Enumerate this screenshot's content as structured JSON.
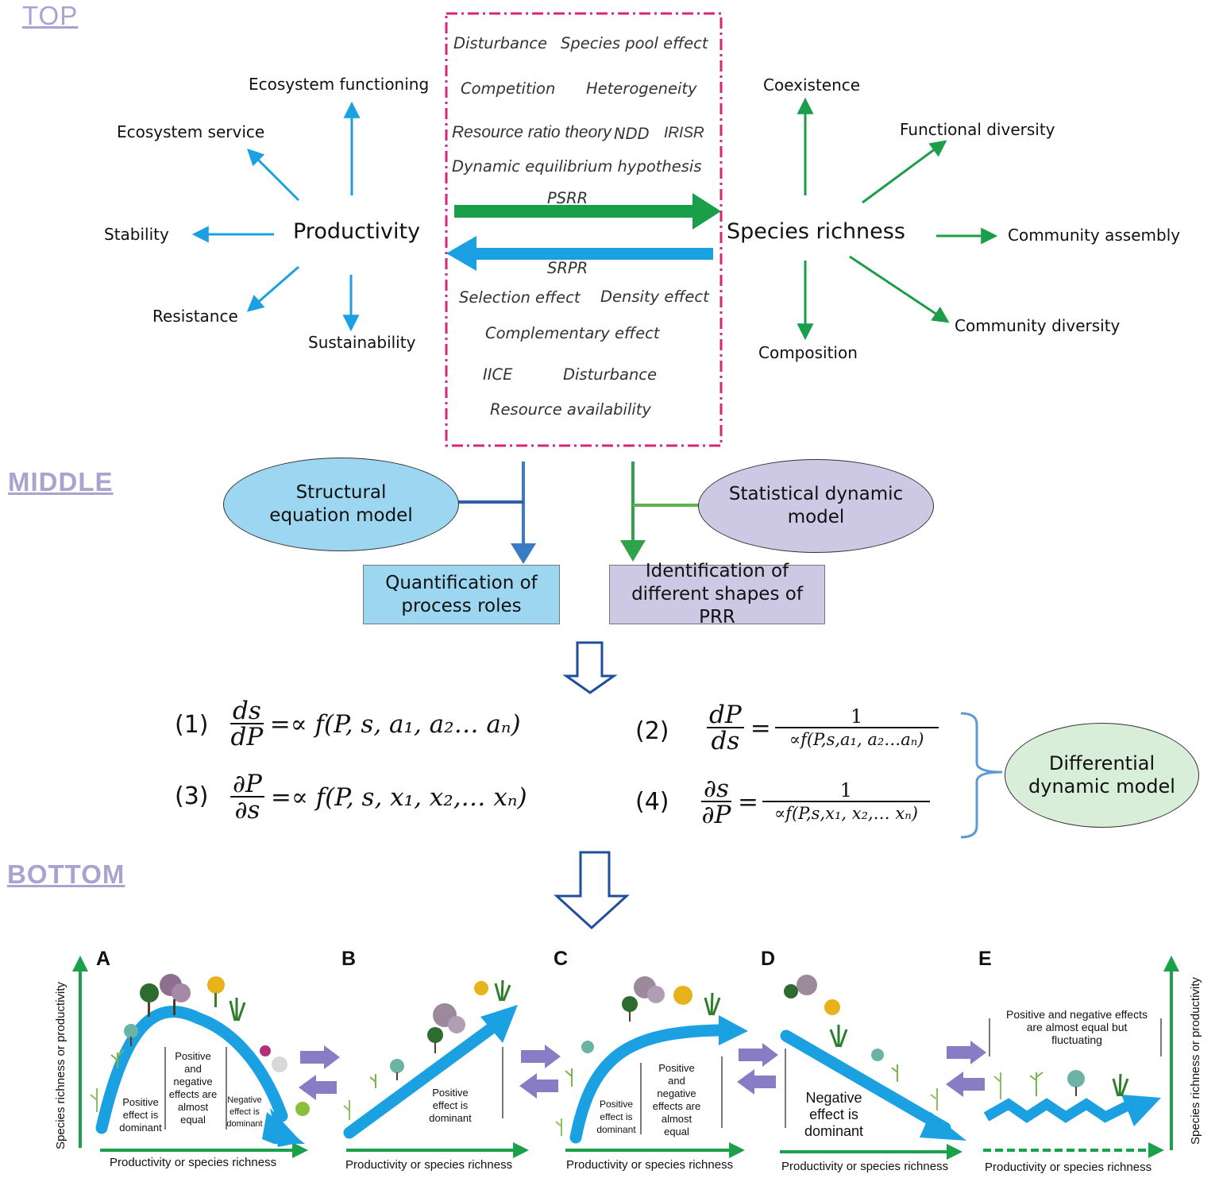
{
  "sections": {
    "top": "TOP",
    "middle": "MIDDLE",
    "bottom": "BOTTOM"
  },
  "top": {
    "productivity": "Productivity",
    "species_richness": "Species  richness",
    "left_outcomes": [
      "Ecosystem functioning",
      "Ecosystem service",
      "Stability",
      "Resistance",
      "Sustainability"
    ],
    "right_outcomes": [
      "Coexistence",
      "Functional diversity",
      "Community assembly",
      "Community diversity",
      "Composition"
    ],
    "upper_mechanisms": [
      "Disturbance",
      "Species pool effect",
      "Competition",
      "Heterogeneity",
      "Resource  ratio theory",
      "NDD",
      "IRISR",
      "Dynamic equilibrium hypothesis"
    ],
    "psrr": "PSRR",
    "srpr": "SRPR",
    "lower_mechanisms": [
      "Selection effect",
      "Density effect",
      "Complementary effect",
      "IICE",
      "Disturbance",
      "Resource availability"
    ],
    "colors": {
      "blue": "#1ba1e2",
      "green": "#1a9e4a",
      "frame": "#d6267a"
    }
  },
  "middle": {
    "sem": "Structural equation model",
    "sdm": "Statistical dynamic model",
    "quant": "Quantification of process roles",
    "ident": "Identification of different shapes of PRR",
    "colors": {
      "sem_fill": "#9dd6f1",
      "sdm_fill": "#cdc8e4",
      "quant_fill": "#9dd6f1",
      "ident_fill": "#cdc8e4"
    }
  },
  "equations": {
    "n1": "(1)",
    "n2": "(2)",
    "n3": "(3)",
    "n4": "(4)",
    "eq1_num": "ds",
    "eq1_den": "dP",
    "eq1_rhs": "=∝ f(P, s, a₁, a₂… aₙ)",
    "eq2_num": "dP",
    "eq2_den": "ds",
    "eq2_rnum": "1",
    "eq2_rden": "∝f(P,s,a₁, a₂…aₙ)",
    "eq3_num": "∂P",
    "eq3_den": "∂s",
    "eq3_rhs": "=∝ f(P, s, x₁, x₂,… xₙ)",
    "eq4_num": "∂s",
    "eq4_den": "∂P",
    "eq4_rnum": "1",
    "eq4_rden": "∝f(P,s,x₁, x₂,… xₙ)",
    "differential": "Differential dynamic model",
    "differential_fill": "#d9eed8"
  },
  "bottom": {
    "panels": [
      "A",
      "B",
      "C",
      "D",
      "E"
    ],
    "x_label": "Productivity or species richness",
    "y_label": "Species richness or productivity",
    "a_texts": [
      "Positive effect is dominant",
      "Positive and negative effects are almost equal",
      "Negative effect is dominant"
    ],
    "b_text": "Positive effect is dominant",
    "c_texts": [
      "Positive effect is dominant",
      "Positive and negative effects are almost equal"
    ],
    "d_text": "Negative effect is dominant",
    "e_text": "Positive and negative effects are almost equal but fluctuating",
    "colors": {
      "axis": "#1aa14a",
      "curve": "#1ba1e2",
      "exchange": "#8a7cc4"
    }
  }
}
